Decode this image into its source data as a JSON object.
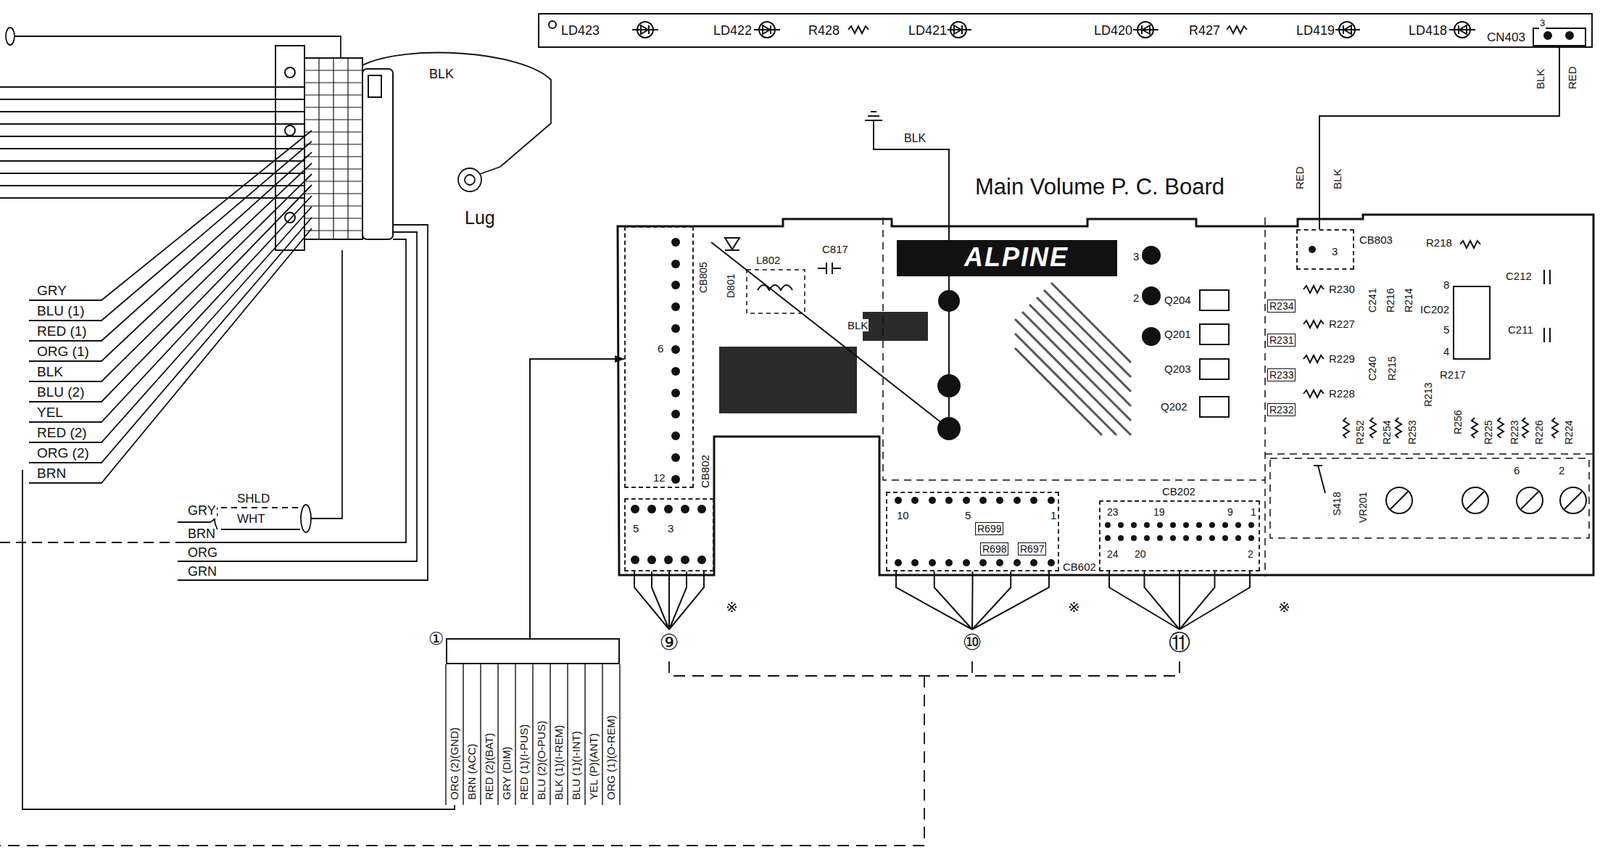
{
  "diagram": {
    "nodes": [
      {
        "text": [
          "LD423",
          "LD422",
          "R428",
          "LD421",
          "LD420",
          "R427",
          "LD419",
          "LD418"
        ]
      },
      {
        "text": [
          "CN403",
          "3"
        ],
        "in": 0
      },
      {
        "text": [
          "Main Volume P. C. Board"
        ]
      },
      {
        "text": [
          "CB802",
          "6",
          "12"
        ],
        "in": 2
      },
      {
        "text": [
          "5",
          "3"
        ],
        "in": 2
      },
      {
        "text": [
          "10",
          "5",
          "1",
          "CB602"
        ],
        "in": 2
      },
      {
        "text": [
          "CB202",
          "23",
          "19",
          "9",
          "1",
          "24",
          "20",
          "2"
        ],
        "in": 2
      },
      {
        "text": [
          "3",
          "CB803"
        ],
        "in": 2
      },
      {
        "text": [
          "①"
        ]
      },
      {
        "text": [
          "⑨"
        ]
      },
      {
        "text": [
          "⑩"
        ]
      },
      {
        "text": [
          "⑪"
        ]
      }
    ],
    "edges": [
      {
        "from": 1,
        "to": 7,
        "arrow": "none"
      },
      {
        "from": 8,
        "to": 3,
        "arrow": "to"
      },
      {
        "from": 4,
        "to": 9,
        "arrow": "none"
      },
      {
        "from": 5,
        "to": 10,
        "arrow": "none"
      },
      {
        "from": 6,
        "to": 11,
        "arrow": "none"
      }
    ],
    "labels": [
      "BLK",
      "Lug",
      "GRY",
      "BLU (1)",
      "RED (1)",
      "ORG (1)",
      "BLK",
      "BLU (2)",
      "YEL",
      "RED (2)",
      "ORG (2)",
      "BRN",
      "GRY",
      "SHLD",
      "WHT",
      "BRN",
      "ORG",
      "GRN",
      "ORG (2)(GND)",
      "BRN (ACC)",
      "RED (2)(BAT)",
      "GRY (DIM)",
      "RED (1)(I-PUS)",
      "BLU (2)(O-PUS)",
      "BLK (1)(I-REM)",
      "BLU (1)(I-INT)",
      "YEL (P)(ANT)",
      "ORG (1)(O-REM)",
      "BLK",
      "RED",
      "BLK",
      "RED",
      "BLK",
      "ALPINE",
      "CB805",
      "D801",
      "L802",
      "C817",
      "BLK",
      "Q204",
      "Q201",
      "Q203",
      "Q202",
      "R234",
      "R231",
      "R233",
      "R232",
      "R230",
      "R227",
      "R229",
      "R228",
      "C241",
      "R216",
      "R214",
      "R218",
      "8",
      "C212",
      "IC202",
      "5",
      "4",
      "C211",
      "C240",
      "R215",
      "R217",
      "R213",
      "R252",
      "R254",
      "R253",
      "R256",
      "R225",
      "R223",
      "R226",
      "R224",
      "S418",
      "VR201",
      "6",
      "2",
      "R699",
      "R698",
      "R697",
      "3",
      "2",
      "※",
      "※",
      "※"
    ]
  }
}
